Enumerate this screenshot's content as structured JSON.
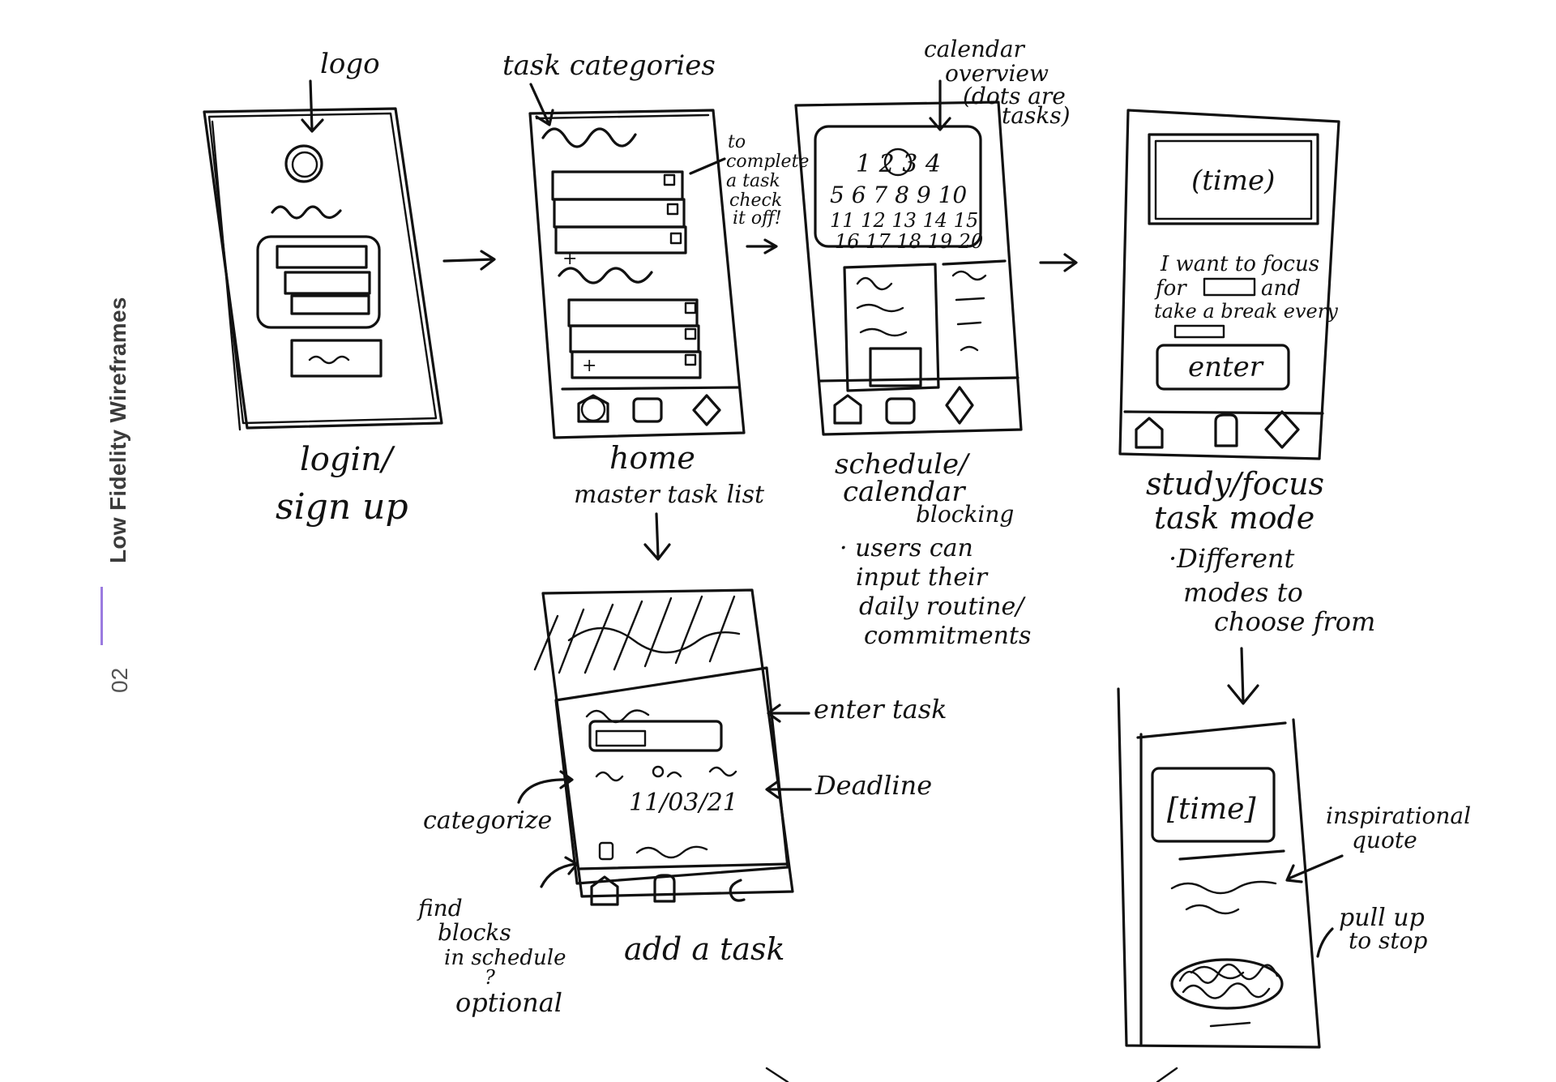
{
  "side": {
    "number": "02",
    "title": "Low Fidelity Wireframes"
  },
  "annotations": {
    "logo": "logo",
    "task_categories": "task categories",
    "to_complete": [
      "to",
      "complete",
      "a task",
      "check",
      "it off!"
    ],
    "calendar_overview": [
      "calendar",
      "overview",
      "(dots are",
      "tasks)"
    ],
    "enter_task": "enter task",
    "deadline": "Deadline",
    "categorize": "categorize",
    "find_blocks": [
      "find",
      "blocks",
      "in schedule",
      "?",
      "optional"
    ],
    "inspirational_quote": [
      "inspirational",
      "quote"
    ],
    "pull_up": [
      "pull up",
      "to stop"
    ]
  },
  "screens": {
    "login": {
      "caption": [
        "login/",
        "sign up"
      ]
    },
    "home": {
      "caption": [
        "home",
        "master task list"
      ]
    },
    "schedule": {
      "caption": [
        "schedule/",
        "calendar",
        "blocking"
      ],
      "note": [
        "· users can",
        "input their",
        "daily routine/",
        "commitments"
      ],
      "calendar_rows": [
        "1 2 3 4",
        "5 6 7 8 9 10",
        "11 12 13 14 15",
        "16 17 18 19 20"
      ]
    },
    "study": {
      "caption": [
        "study/focus",
        "task mode"
      ],
      "note": [
        "·Different",
        "modes to",
        "choose from"
      ],
      "time_label": "(time)",
      "focus_text": [
        "I want to focus",
        "for",
        "and",
        "take a break every"
      ],
      "enter_button": "enter"
    },
    "add_task": {
      "caption": "add a task",
      "date": "11/03/21"
    },
    "timer": {
      "time_label": "[time]"
    }
  }
}
